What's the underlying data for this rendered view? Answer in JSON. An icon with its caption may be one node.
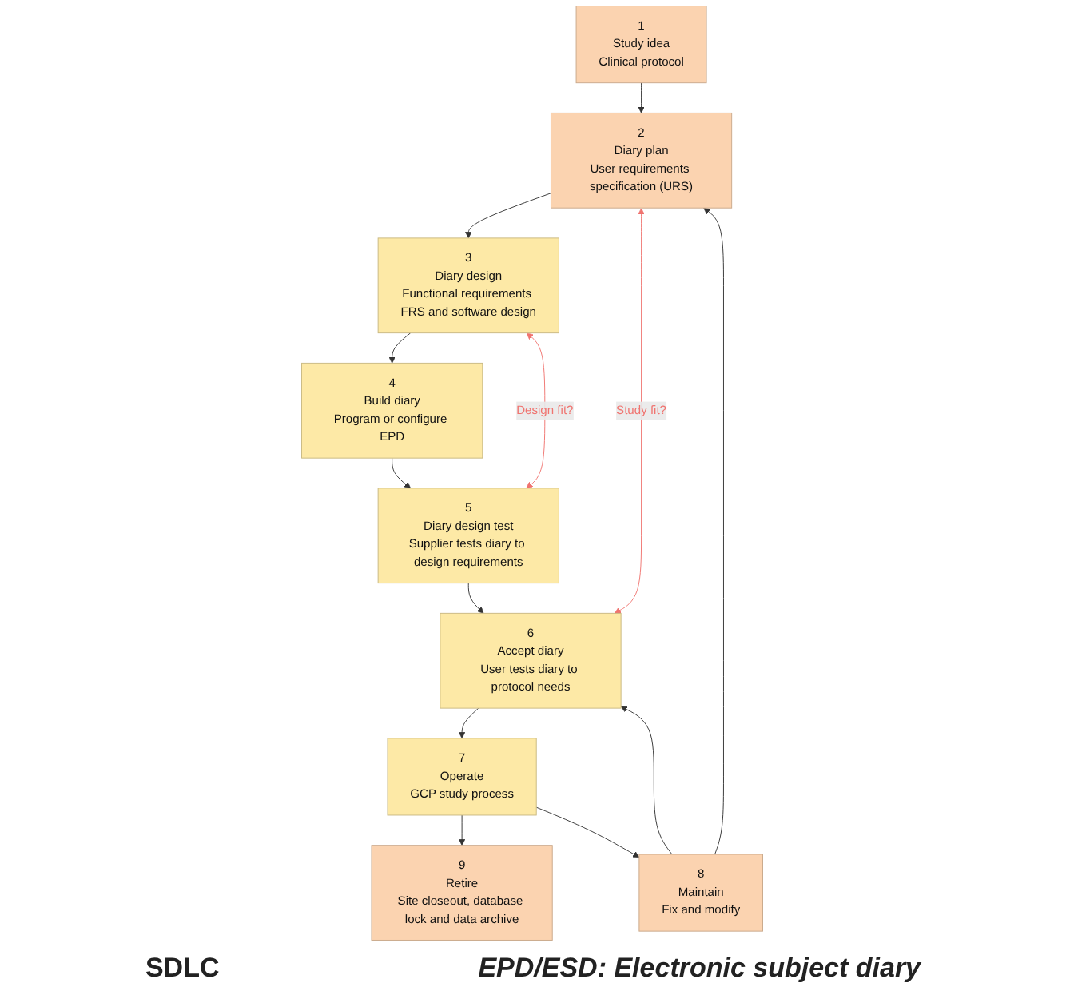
{
  "diagram": {
    "nodes": [
      {
        "text": [
          "1",
          "Study idea",
          "Clinical protocol"
        ]
      },
      {
        "text": [
          "2",
          "Diary plan",
          "User requirements specification (URS)"
        ]
      },
      {
        "text": [
          "3",
          "Diary design",
          "Functional requirements FRS and software design"
        ]
      },
      {
        "text": [
          "4",
          "Build diary",
          "Program or configure EPD"
        ]
      },
      {
        "text": [
          "5",
          "Diary design test",
          "Supplier tests diary to design requirements"
        ]
      },
      {
        "text": [
          "6",
          "Accept diary",
          "User tests diary to protocol needs"
        ]
      },
      {
        "text": [
          "7",
          "Operate",
          "GCP study process"
        ]
      },
      {
        "text": [
          "8",
          "Maintain",
          "Fix and modify"
        ]
      },
      {
        "text": [
          "9",
          "Retire",
          "Site closeout, database lock and data archive"
        ]
      }
    ],
    "edges": [
      {
        "from": 0,
        "to": 1,
        "arrow": "to"
      },
      {
        "from": 1,
        "to": 2,
        "arrow": "to"
      },
      {
        "from": 2,
        "to": 3,
        "arrow": "to"
      },
      {
        "from": 3,
        "to": 4,
        "arrow": "to"
      },
      {
        "from": 4,
        "to": 5,
        "arrow": "to"
      },
      {
        "from": 5,
        "to": 6,
        "arrow": "to"
      },
      {
        "from": 6,
        "to": 8,
        "arrow": "to"
      },
      {
        "from": 6,
        "to": 7,
        "arrow": "to"
      },
      {
        "from": 7,
        "to": 1,
        "arrow": "to"
      },
      {
        "from": 7,
        "to": 5,
        "arrow": "to"
      },
      {
        "from": 1,
        "to": 5,
        "arrow": "both",
        "label": "Study fit?",
        "color": "#f07470"
      },
      {
        "from": 2,
        "to": 4,
        "arrow": "both",
        "label": "Design fit?",
        "color": "#f07470"
      }
    ],
    "labels": [
      "SDLC",
      "EPD/ESD: Electronic subject diary"
    ]
  }
}
